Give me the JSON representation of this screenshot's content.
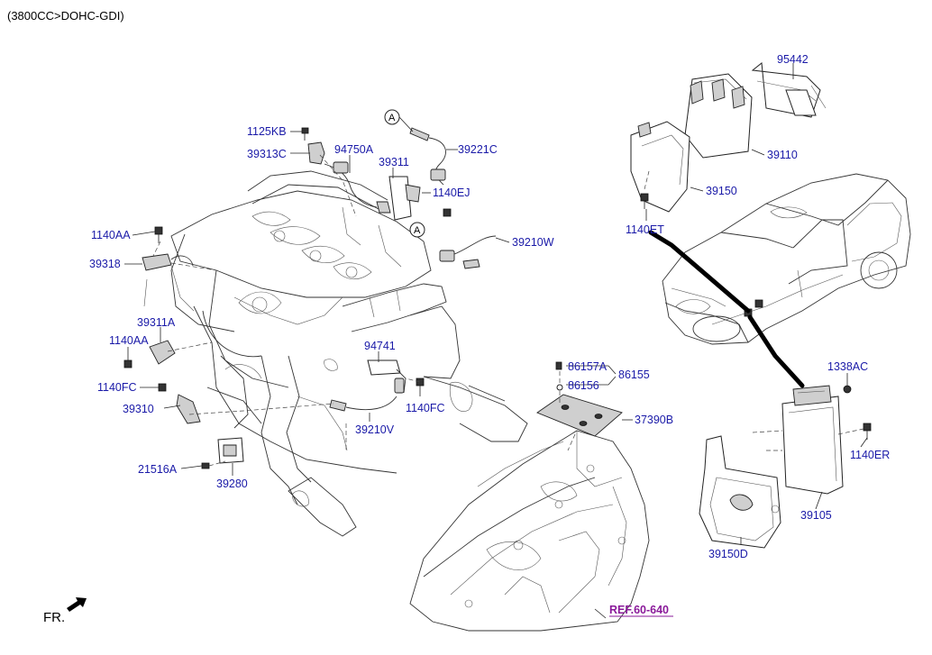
{
  "header": {
    "engine_title": "(3800CC>DOHC-GDI)"
  },
  "callout_marker": "A",
  "direction_label": "FR.",
  "reference": "REF.60-640",
  "parts": {
    "p1125KB": "1125KB",
    "p39313C": "39313C",
    "p94750A": "94750A",
    "p39311": "39311",
    "p39221C": "39221C",
    "p1140EJ": "1140EJ",
    "p1140AA_top": "1140AA",
    "p39318": "39318",
    "p39210W": "39210W",
    "p39311A": "39311A",
    "p1140AA_mid": "1140AA",
    "p1140FC_left": "1140FC",
    "p39310": "39310",
    "p94741": "94741",
    "p1140FC_right": "1140FC",
    "p39210V": "39210V",
    "p21516A": "21516A",
    "p39280": "39280",
    "p86157A": "86157A",
    "p86155": "86155",
    "p86156": "86156",
    "p37390B": "37390B",
    "p95442": "95442",
    "p39110": "39110",
    "p39150": "39150",
    "p1140ET": "1140ET",
    "p1338AC": "1338AC",
    "p1140ER": "1140ER",
    "p39105": "39105",
    "p39150D": "39150D"
  }
}
